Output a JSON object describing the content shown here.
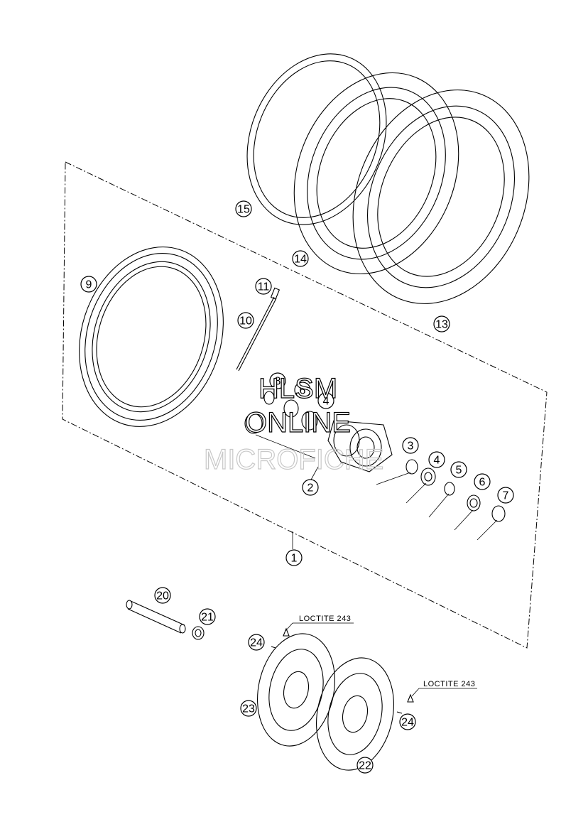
{
  "callouts": [
    {
      "label": "1"
    },
    {
      "label": "2"
    },
    {
      "label": "3"
    },
    {
      "label": "4"
    },
    {
      "label": "4"
    },
    {
      "label": "5"
    },
    {
      "label": "6"
    },
    {
      "label": "6"
    },
    {
      "label": "7"
    },
    {
      "label": "8"
    },
    {
      "label": "9"
    },
    {
      "label": "10"
    },
    {
      "label": "11"
    },
    {
      "label": "13"
    },
    {
      "label": "14"
    },
    {
      "label": "15"
    },
    {
      "label": "20"
    },
    {
      "label": "21"
    },
    {
      "label": "22"
    },
    {
      "label": "23"
    },
    {
      "label": "24"
    },
    {
      "label": "24"
    }
  ],
  "notes": {
    "loctite_upper": "LOCTITE 243",
    "loctite_lower": "LOCTITE 243"
  },
  "watermark": {
    "line1": "HLSM",
    "line2": "ONLINE",
    "line3": "MICROFICHE"
  },
  "colors": {
    "ink": "#000000",
    "watermark_gray": "#c8c8c8"
  }
}
